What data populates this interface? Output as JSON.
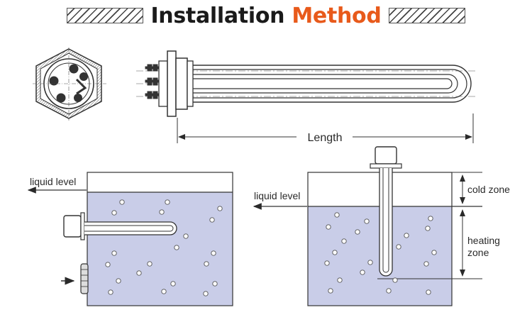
{
  "title": {
    "part1": "Installation",
    "part2": "Method"
  },
  "dimension": {
    "length_label": "Length"
  },
  "horizontal_install": {
    "liquid_level_label": "liquid level"
  },
  "vertical_install": {
    "liquid_level_label": "liquid level",
    "cold_zone_label": "cold zone",
    "heating_zone_label_line1": "heating",
    "heating_zone_label_line2": "zone"
  },
  "colors": {
    "title_accent": "#e85a1b",
    "title_main": "#1a1a1a",
    "liquid": "#c9cde8",
    "line": "#3a3a3a"
  }
}
